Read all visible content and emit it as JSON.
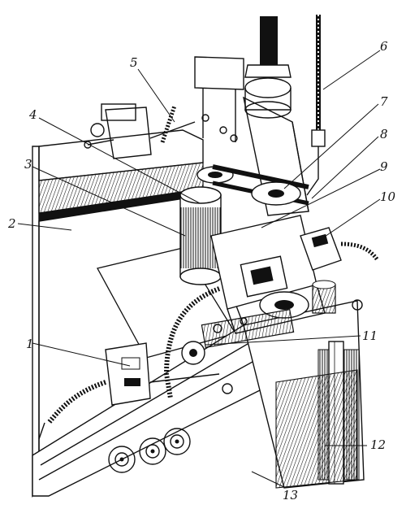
{
  "figure": {
    "callouts": [
      {
        "id": "c1",
        "text": "1"
      },
      {
        "id": "c2",
        "text": "2"
      },
      {
        "id": "c3",
        "text": "3"
      },
      {
        "id": "c4",
        "text": "4"
      },
      {
        "id": "c5",
        "text": "5"
      },
      {
        "id": "c6",
        "text": "6"
      },
      {
        "id": "c7",
        "text": "7"
      },
      {
        "id": "c8",
        "text": "8"
      },
      {
        "id": "c9",
        "text": "9"
      },
      {
        "id": "c10",
        "text": "10"
      },
      {
        "id": "c11",
        "text": "11"
      },
      {
        "id": "c12",
        "text": "12"
      },
      {
        "id": "c13",
        "text": "13"
      }
    ]
  }
}
